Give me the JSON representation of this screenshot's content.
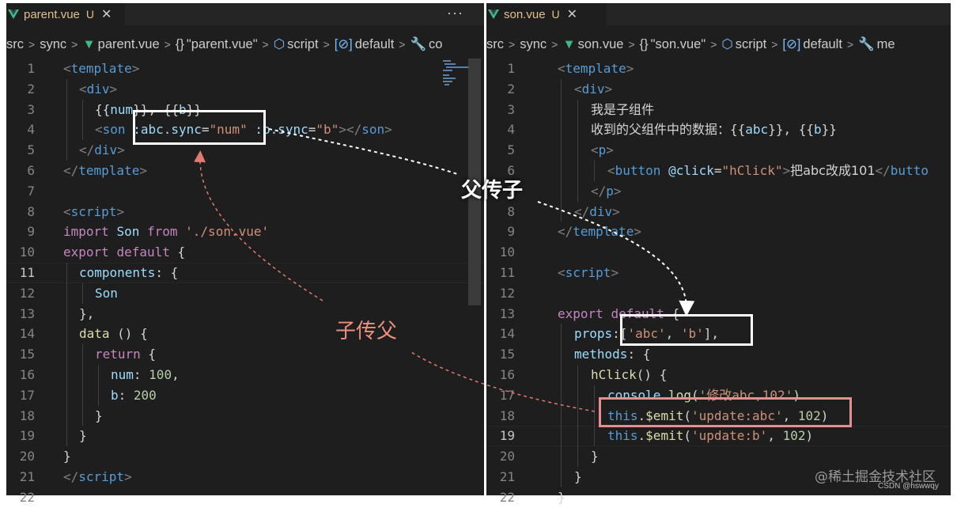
{
  "left": {
    "tab": {
      "label": "parent.vue",
      "status": "U",
      "close": "✕"
    },
    "more": "···",
    "breadcrumb": [
      {
        "glyph": "",
        "text": "src"
      },
      {
        "glyph": "",
        "text": "sync"
      },
      {
        "glyph": "▼",
        "text": "parent.vue"
      },
      {
        "glyph": "{}",
        "text": "\"parent.vue\""
      },
      {
        "glyph": "⬡",
        "text": "script"
      },
      {
        "glyph": "[⊘]",
        "text": "default"
      },
      {
        "glyph": "🔧",
        "text": "co"
      }
    ],
    "lines": [
      {
        "n": "1",
        "indent": 0,
        "segs": [
          [
            "br",
            "<"
          ],
          [
            "tag",
            "template"
          ],
          [
            "br",
            ">"
          ]
        ]
      },
      {
        "n": "2",
        "indent": 1,
        "segs": [
          [
            "br",
            "<"
          ],
          [
            "tag",
            "div"
          ],
          [
            "br",
            ">"
          ]
        ]
      },
      {
        "n": "3",
        "indent": 2,
        "segs": [
          [
            "txt",
            "{{"
          ],
          [
            "var",
            "num"
          ],
          [
            "txt",
            "}}, {{"
          ],
          [
            "var",
            "b"
          ],
          [
            "txt",
            "}}"
          ]
        ]
      },
      {
        "n": "4",
        "indent": 2,
        "segs": [
          [
            "br",
            "<"
          ],
          [
            "tag",
            "son"
          ],
          [
            "txt",
            " "
          ],
          [
            "attr",
            ":abc.sync"
          ],
          [
            "txt",
            "="
          ],
          [
            "str",
            "\"num\""
          ],
          [
            "txt",
            " "
          ],
          [
            "attr",
            ":b.sync"
          ],
          [
            "txt",
            "="
          ],
          [
            "str",
            "\"b\""
          ],
          [
            "br",
            "></"
          ],
          [
            "tag",
            "son"
          ],
          [
            "br",
            ">"
          ]
        ]
      },
      {
        "n": "5",
        "indent": 1,
        "segs": [
          [
            "br",
            "</"
          ],
          [
            "tag",
            "div"
          ],
          [
            "br",
            ">"
          ]
        ]
      },
      {
        "n": "6",
        "indent": 0,
        "segs": [
          [
            "br",
            "</"
          ],
          [
            "tag",
            "template"
          ],
          [
            "br",
            ">"
          ]
        ]
      },
      {
        "n": "7",
        "indent": 0,
        "segs": []
      },
      {
        "n": "8",
        "indent": 0,
        "segs": [
          [
            "br",
            "<"
          ],
          [
            "tag",
            "script"
          ],
          [
            "br",
            ">"
          ]
        ]
      },
      {
        "n": "9",
        "indent": 0,
        "segs": [
          [
            "kw",
            "import"
          ],
          [
            "txt",
            " "
          ],
          [
            "var",
            "Son"
          ],
          [
            "txt",
            " "
          ],
          [
            "kw",
            "from"
          ],
          [
            "txt",
            " "
          ],
          [
            "str",
            "'./son.vue'"
          ]
        ]
      },
      {
        "n": "10",
        "indent": 0,
        "segs": [
          [
            "kw",
            "export"
          ],
          [
            "txt",
            " "
          ],
          [
            "kw",
            "default"
          ],
          [
            "txt",
            " {"
          ]
        ]
      },
      {
        "n": "11",
        "indent": 1,
        "segs": [
          [
            "var",
            "components"
          ],
          [
            "txt",
            ": {"
          ]
        ]
      },
      {
        "n": "12",
        "indent": 2,
        "segs": [
          [
            "var",
            "Son"
          ]
        ]
      },
      {
        "n": "13",
        "indent": 1,
        "segs": [
          [
            "txt",
            "},"
          ]
        ]
      },
      {
        "n": "14",
        "indent": 1,
        "segs": [
          [
            "fn",
            "data"
          ],
          [
            "txt",
            " () {"
          ]
        ]
      },
      {
        "n": "15",
        "indent": 2,
        "segs": [
          [
            "kw",
            "return"
          ],
          [
            "txt",
            " {"
          ]
        ]
      },
      {
        "n": "16",
        "indent": 3,
        "segs": [
          [
            "var",
            "num"
          ],
          [
            "txt",
            ": "
          ],
          [
            "num",
            "100"
          ],
          [
            "txt",
            ","
          ]
        ]
      },
      {
        "n": "17",
        "indent": 3,
        "segs": [
          [
            "var",
            "b"
          ],
          [
            "txt",
            ": "
          ],
          [
            "num",
            "200"
          ]
        ]
      },
      {
        "n": "18",
        "indent": 2,
        "segs": [
          [
            "txt",
            "}"
          ]
        ]
      },
      {
        "n": "19",
        "indent": 1,
        "segs": [
          [
            "txt",
            "}"
          ]
        ]
      },
      {
        "n": "20",
        "indent": 0,
        "segs": [
          [
            "txt",
            "}"
          ]
        ]
      },
      {
        "n": "21",
        "indent": 0,
        "segs": [
          [
            "br",
            "</"
          ],
          [
            "tag",
            "script"
          ],
          [
            "br",
            ">"
          ]
        ]
      },
      {
        "n": "22",
        "indent": 0,
        "segs": []
      }
    ]
  },
  "right": {
    "tab": {
      "label": "son.vue",
      "status": "U",
      "close": "✕"
    },
    "breadcrumb": [
      {
        "glyph": "",
        "text": "src"
      },
      {
        "glyph": "",
        "text": "sync"
      },
      {
        "glyph": "▼",
        "text": "son.vue"
      },
      {
        "glyph": "{}",
        "text": "\"son.vue\""
      },
      {
        "glyph": "⬡",
        "text": "script"
      },
      {
        "glyph": "[⊘]",
        "text": "default"
      },
      {
        "glyph": "🔧",
        "text": "me"
      }
    ],
    "lines": [
      {
        "n": "1",
        "indent": 0,
        "segs": [
          [
            "br",
            "<"
          ],
          [
            "tag",
            "template"
          ],
          [
            "br",
            ">"
          ]
        ]
      },
      {
        "n": "2",
        "indent": 1,
        "segs": [
          [
            "br",
            "<"
          ],
          [
            "tag",
            "div"
          ],
          [
            "br",
            ">"
          ]
        ]
      },
      {
        "n": "3",
        "indent": 2,
        "segs": [
          [
            "cn",
            "我是子组件"
          ]
        ]
      },
      {
        "n": "4",
        "indent": 2,
        "segs": [
          [
            "cn",
            "收到的父组件中的数据："
          ],
          [
            "txt",
            "{{"
          ],
          [
            "var",
            "abc"
          ],
          [
            "txt",
            "}}, {{"
          ],
          [
            "var",
            "b"
          ],
          [
            "txt",
            "}}"
          ]
        ]
      },
      {
        "n": "5",
        "indent": 2,
        "segs": [
          [
            "br",
            "<"
          ],
          [
            "tag",
            "p"
          ],
          [
            "br",
            ">"
          ]
        ]
      },
      {
        "n": "6",
        "indent": 3,
        "segs": [
          [
            "br",
            "<"
          ],
          [
            "tag",
            "button"
          ],
          [
            "txt",
            " "
          ],
          [
            "attr",
            "@click"
          ],
          [
            "txt",
            "="
          ],
          [
            "str",
            "\"hClick\""
          ],
          [
            "br",
            ">"
          ],
          [
            "cn",
            "把abc改成101"
          ],
          [
            "br",
            "</"
          ],
          [
            "tag",
            "butto"
          ]
        ]
      },
      {
        "n": "7",
        "indent": 2,
        "segs": [
          [
            "br",
            "</"
          ],
          [
            "tag",
            "p"
          ],
          [
            "br",
            ">"
          ]
        ]
      },
      {
        "n": "8",
        "indent": 1,
        "segs": [
          [
            "br",
            "</"
          ],
          [
            "tag",
            "div"
          ],
          [
            "br",
            ">"
          ]
        ]
      },
      {
        "n": "9",
        "indent": 0,
        "segs": [
          [
            "br",
            "</"
          ],
          [
            "tag",
            "template"
          ],
          [
            "br",
            ">"
          ]
        ]
      },
      {
        "n": "10",
        "indent": 0,
        "segs": []
      },
      {
        "n": "11",
        "indent": 0,
        "segs": [
          [
            "br",
            "<"
          ],
          [
            "tag",
            "script"
          ],
          [
            "br",
            ">"
          ]
        ]
      },
      {
        "n": "12",
        "indent": 0,
        "segs": []
      },
      {
        "n": "13",
        "indent": 0,
        "segs": [
          [
            "kw",
            "export"
          ],
          [
            "txt",
            " "
          ],
          [
            "kw",
            "default"
          ],
          [
            "txt",
            " {"
          ]
        ]
      },
      {
        "n": "14",
        "indent": 1,
        "segs": [
          [
            "var",
            "props"
          ],
          [
            "txt",
            ":["
          ],
          [
            "str",
            "'abc'"
          ],
          [
            "txt",
            ", "
          ],
          [
            "str",
            "'b'"
          ],
          [
            "txt",
            "],"
          ]
        ]
      },
      {
        "n": "15",
        "indent": 1,
        "segs": [
          [
            "var",
            "methods"
          ],
          [
            "txt",
            ": {"
          ]
        ]
      },
      {
        "n": "16",
        "indent": 2,
        "segs": [
          [
            "fn",
            "hClick"
          ],
          [
            "txt",
            "() {"
          ]
        ]
      },
      {
        "n": "17",
        "indent": 3,
        "segs": [
          [
            "var",
            "console"
          ],
          [
            "txt",
            "."
          ],
          [
            "fn",
            "log"
          ],
          [
            "txt",
            "("
          ],
          [
            "str",
            "'修改abc,102'"
          ],
          [
            "txt",
            ")"
          ]
        ]
      },
      {
        "n": "18",
        "indent": 3,
        "segs": [
          [
            "kw2",
            "this"
          ],
          [
            "txt",
            "."
          ],
          [
            "fn",
            "$emit"
          ],
          [
            "txt",
            "("
          ],
          [
            "str",
            "'update:abc'"
          ],
          [
            "txt",
            ", "
          ],
          [
            "num",
            "102"
          ],
          [
            "txt",
            ")"
          ]
        ]
      },
      {
        "n": "19",
        "indent": 3,
        "segs": [
          [
            "kw2",
            "this"
          ],
          [
            "txt",
            "."
          ],
          [
            "fn",
            "$emit"
          ],
          [
            "txt",
            "("
          ],
          [
            "str",
            "'update:b'"
          ],
          [
            "txt",
            ", "
          ],
          [
            "num",
            "102"
          ],
          [
            "txt",
            ")"
          ]
        ]
      },
      {
        "n": "20",
        "indent": 2,
        "segs": [
          [
            "txt",
            "}"
          ]
        ]
      },
      {
        "n": "21",
        "indent": 1,
        "segs": [
          [
            "txt",
            "}"
          ]
        ]
      },
      {
        "n": "22",
        "indent": 0,
        "segs": [
          [
            "txt",
            "}"
          ]
        ]
      }
    ]
  },
  "annotations": {
    "parent_to_child": "父传子",
    "child_to_parent": "子传父"
  },
  "watermark": "@稀土掘金技术社区",
  "credit": "CSDN @hswwqy",
  "colors": {
    "white_arrow": "#ffffff",
    "red_arrow": "#e07a6e"
  }
}
